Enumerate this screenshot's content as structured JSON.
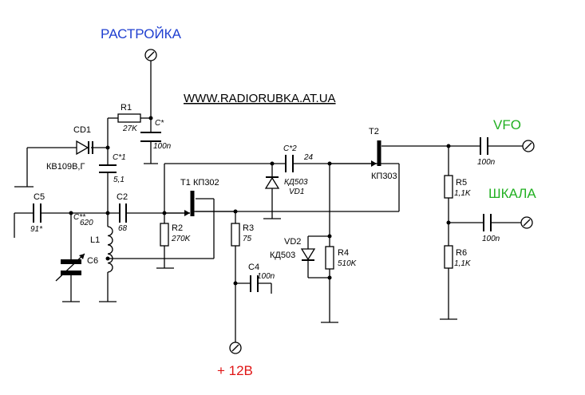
{
  "colors": {
    "tuning": "#1f3fd0",
    "outputs": "#22b022",
    "power": "#e01515"
  },
  "labels": {
    "tuning": "РАСТРОЙКА",
    "site": "WWW.RADIORUBKA.AT.UA",
    "vfo": "VFO",
    "scale": "ШКАЛА",
    "power": "+ 12В"
  },
  "parts": {
    "r1": "R1",
    "r1_val": "27K",
    "c_star": "C*",
    "c_star_val": "100n",
    "cd1": "CD1",
    "cd1_type": "КВ109В,Г",
    "c1": "C*1",
    "c1_val": "5,1",
    "c5": "C5",
    "c5_val": "91*",
    "c_ss": "C**",
    "c_ss_val": "620",
    "c2": "C2",
    "c2_val": "68",
    "l1": "L1",
    "c6": "C6",
    "r2": "R2",
    "r2_val": "270K",
    "t1": "T1",
    "t1_type": "КП302",
    "c22": "C*2",
    "c22_val": "24",
    "vd1_type": "КД503",
    "vd1": "VD1",
    "r3": "R3",
    "r3_val": "75",
    "c4": "C4",
    "c4_val": "100n",
    "vd2": "VD2",
    "vd2_type": "КД503",
    "r4": "R4",
    "r4_val": "510K",
    "t2": "T2",
    "t2_type": "КП303",
    "r5": "R5",
    "r5_val": "1,1K",
    "r6": "R6",
    "r6_val": "1,1K",
    "c_vfo_val": "100n",
    "c_scale_val": "100n"
  }
}
